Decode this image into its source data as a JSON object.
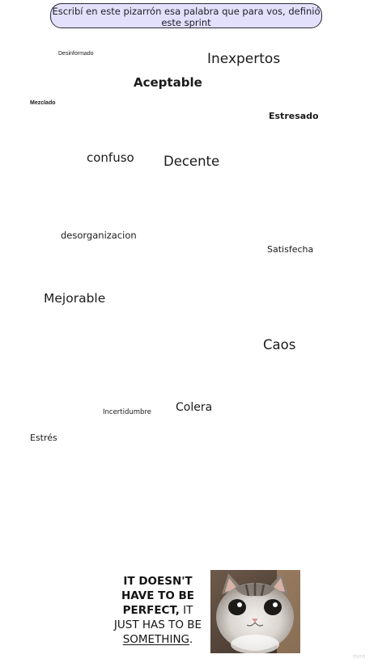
{
  "prompt": {
    "text": "Escribí en este pizarrón esa palabra que para vos, definió este sprint"
  },
  "words": {
    "desinformado": "Desinformado",
    "inexpertos": "Inexpertos",
    "aceptable": "Aceptable",
    "mezclado": "Mezclado",
    "estresado": "Estresado",
    "confuso": "confuso",
    "decente": "Decente",
    "desorganizacion": "desorganizacion",
    "satisfecha": "Satisfecha",
    "mejorable": "Mejorable",
    "caos": "Caos",
    "colera": "Colera",
    "incertidumbre": "Incertidumbre",
    "estres": "Estrés"
  },
  "meme": {
    "line1": "IT DOESN'T",
    "line2": "HAVE TO BE",
    "line3_bold": "PERFECT,",
    "line3_rest": " IT",
    "line4": "JUST HAS TO BE",
    "line5_underlined": "SOMETHING",
    "line5_rest": ".",
    "image_icon": "kitten-photo"
  },
  "watermark": "miro",
  "colors": {
    "prompt_bg": "#e3e0fb",
    "prompt_border": "#2a2a38",
    "text": "#1a1a1a"
  }
}
